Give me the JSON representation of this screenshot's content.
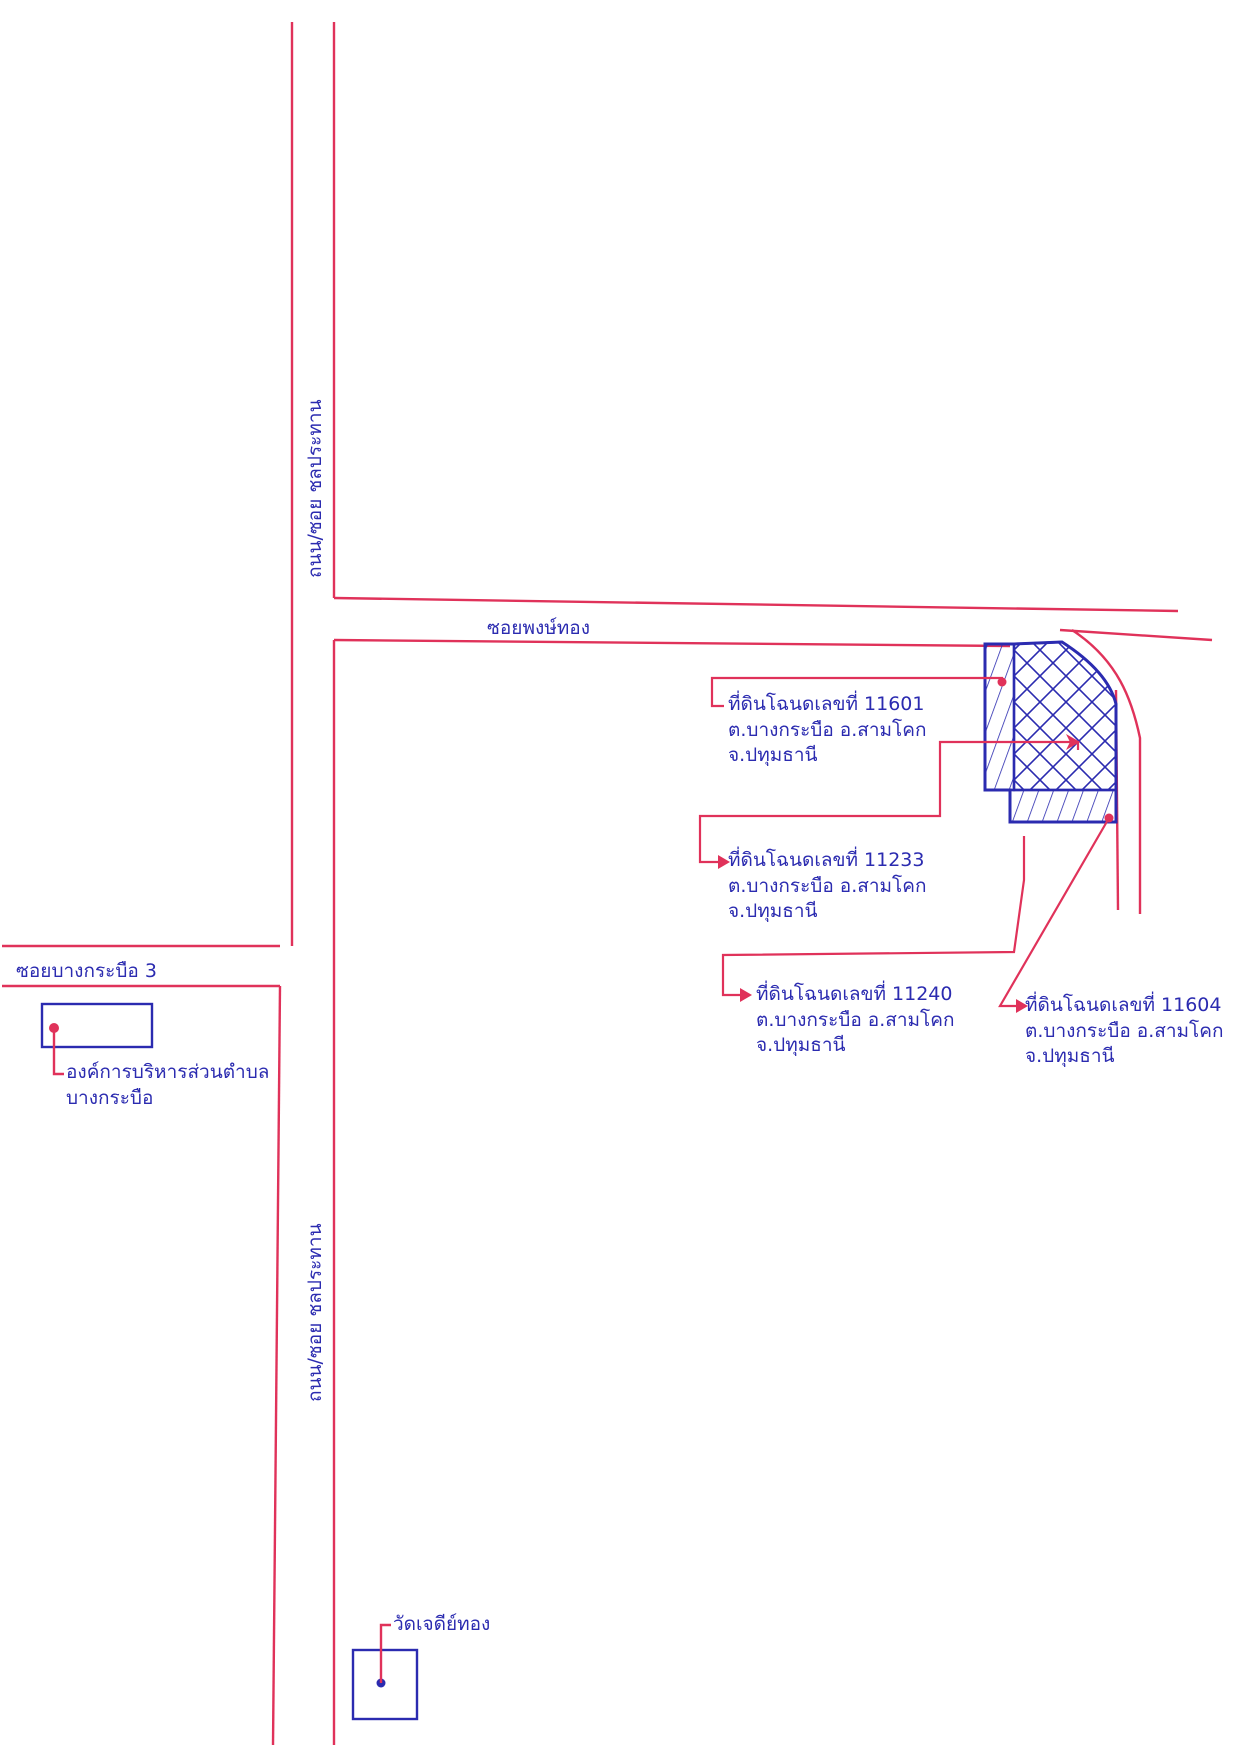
{
  "colors": {
    "road": "#e0325a",
    "ink": "#2b2bb0",
    "paper": "#ffffff"
  },
  "roads": {
    "main_road_upper": "ถนน/ซอย ชลประทาน",
    "main_road_lower": "ถนน/ซอย ชลประทาน",
    "soi_top": "ซอยพงษ์ทอง",
    "soi_left": "ซอยบางกระบือ 3"
  },
  "landmarks": {
    "sao": {
      "line1": "องค์การบริหารส่วนตำบล",
      "line2": "บางกระบือ"
    },
    "temple": {
      "name": "วัดเจดีย์ทอง"
    }
  },
  "parcels": [
    {
      "title": "ที่ดินโฉนดเลขที่ 11601",
      "subdistrict": "ต.บางกระบือ อ.สามโคก",
      "province": "จ.ปทุมธานี"
    },
    {
      "title": "ที่ดินโฉนดเลขที่ 11233",
      "subdistrict": "ต.บางกระบือ อ.สามโคก",
      "province": "จ.ปทุมธานี"
    },
    {
      "title": "ที่ดินโฉนดเลขที่ 11240",
      "subdistrict": "ต.บางกระบือ อ.สามโคก",
      "province": "จ.ปทุมธานี"
    },
    {
      "title": "ที่ดินโฉนดเลขที่ 11604",
      "subdistrict": "ต.บางกระบือ อ.สามโคก",
      "province": "จ.ปทุมธานี"
    }
  ]
}
